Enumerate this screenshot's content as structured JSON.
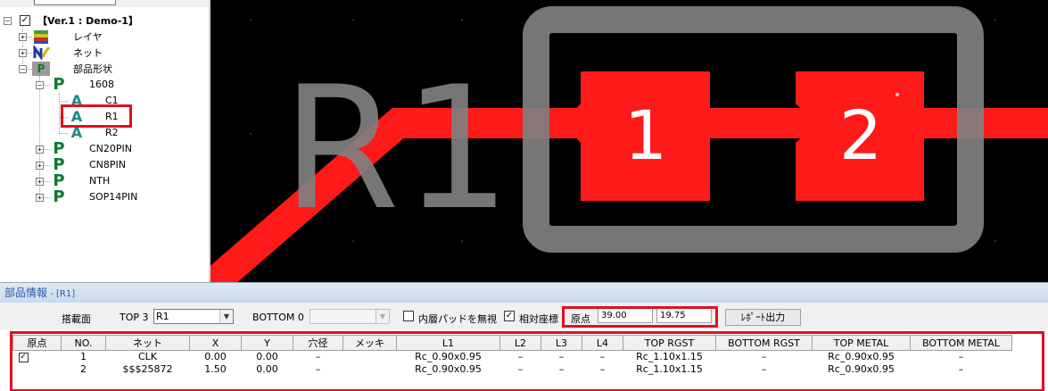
{
  "tree": {
    "root": "【Ver.1 : Demo-1】",
    "root_checked": "✓",
    "items": {
      "layer": "レイヤ",
      "net": "ネット",
      "shape": "部品形状",
      "group_1608": "1608",
      "c1": "C1",
      "r1": "R1",
      "r2": "R2",
      "cn20pin": "CN20PIN",
      "cn8pin": "CN8PIN",
      "nth": "NTH",
      "sop14pin": "SOP14PIN"
    },
    "p_icon_glyph": "P",
    "a_icon_glyph": "A"
  },
  "canvas": {
    "ref_label": "R1",
    "pad1_label": "1",
    "pad2_label": "2",
    "colors": {
      "background": "#000000",
      "copper": "#ff1a1a",
      "silk": "#808080",
      "pad_text": "#ffffff"
    }
  },
  "info": {
    "title": "部品情報",
    "title_sub": " - [R1]",
    "mount_side_label": "搭載面",
    "top_label": "TOP 3",
    "top_value": "R1",
    "bottom_label": "BOTTOM 0",
    "bottom_value": "",
    "ignore_inner_pad_label": "内層パッドを無視",
    "ignore_inner_pad_checked": "",
    "relative_coord_label": "相対座標",
    "relative_coord_checked": "✓",
    "origin_label": "原点",
    "origin_x": "39.00",
    "origin_y": "19.75",
    "report_button": "ﾚﾎﾟｰﾄ出力"
  },
  "grid": {
    "headers": [
      "原点",
      "NO.",
      "ネット",
      "X",
      "Y",
      "穴径",
      "メッキ",
      "L1",
      "L2",
      "L3",
      "L4",
      "TOP RGST",
      "BOTTOM RGST",
      "TOP METAL",
      "BOTTOM METAL"
    ],
    "rows": [
      {
        "origin": "✓",
        "no": "1",
        "net": "CLK",
        "x": "0.00",
        "y": "0.00",
        "hole": "–",
        "plating": "",
        "l1": "Rc_0.90x0.95",
        "l2": "–",
        "l3": "–",
        "l4": "–",
        "top_rgst": "Rc_1.10x1.15",
        "bottom_rgst": "–",
        "top_metal": "Rc_0.90x0.95",
        "bottom_metal": "–"
      },
      {
        "origin": "",
        "no": "2",
        "net": "$$$25872",
        "x": "1.50",
        "y": "0.00",
        "hole": "–",
        "plating": "",
        "l1": "Rc_0.90x0.95",
        "l2": "–",
        "l3": "–",
        "l4": "–",
        "top_rgst": "Rc_1.10x1.15",
        "bottom_rgst": "–",
        "top_metal": "Rc_0.90x0.95",
        "bottom_metal": "–"
      }
    ]
  },
  "highlight_color": "#e01020"
}
